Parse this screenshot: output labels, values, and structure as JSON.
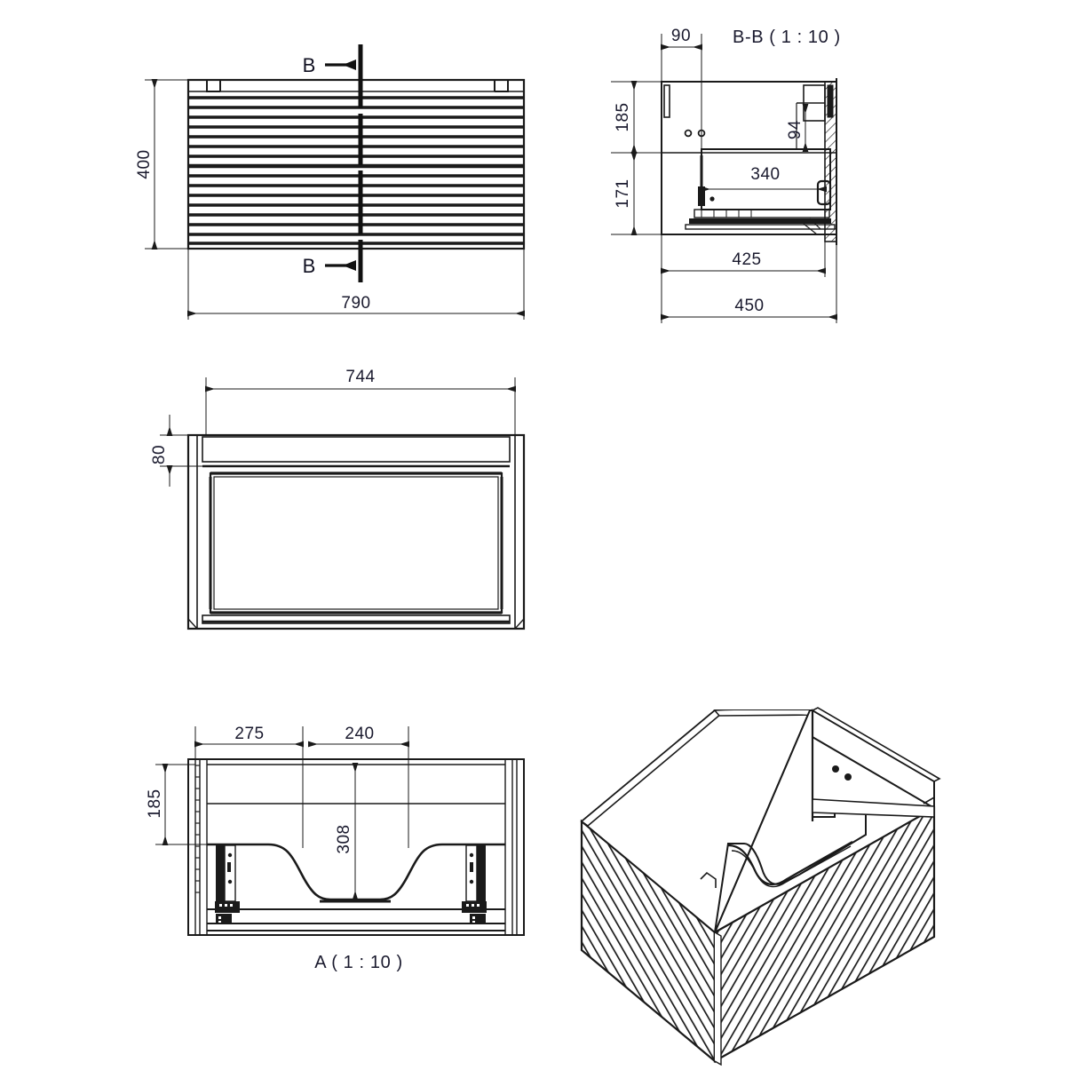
{
  "drawing": {
    "title": "Vanity cabinet technical drawing",
    "background_color": "#ffffff",
    "line_color": "#1a1a1a",
    "text_color": "#1a1a2e"
  },
  "views": {
    "front": {
      "name": "front-elevation",
      "section_marks": [
        {
          "letter": "B",
          "position": "top"
        },
        {
          "letter": "B",
          "position": "bottom"
        }
      ],
      "dimensions": {
        "height": "400",
        "width": "790"
      },
      "slat_count": 16
    },
    "section_bb": {
      "name": "section-b-b",
      "label": "B-B ( 1 : 10 )",
      "dimensions": {
        "top_offset": "90",
        "upper_height": "185",
        "lower_height": "171",
        "inner_notch": "94",
        "inner_depth": "340",
        "mid_depth": "425",
        "total_depth": "450"
      }
    },
    "top": {
      "name": "top-plan-view",
      "dimensions": {
        "width": "744",
        "front_band": "80"
      }
    },
    "detail_a": {
      "name": "detail-a",
      "label": "A ( 1 : 10 )",
      "dimensions": {
        "left_span": "275",
        "right_span": "240",
        "upper_height": "185",
        "cutout_depth": "308"
      }
    },
    "isometric": {
      "name": "isometric-3d-view",
      "description": "Ribbed cabinet body, open top, shown in isometric projection"
    }
  }
}
